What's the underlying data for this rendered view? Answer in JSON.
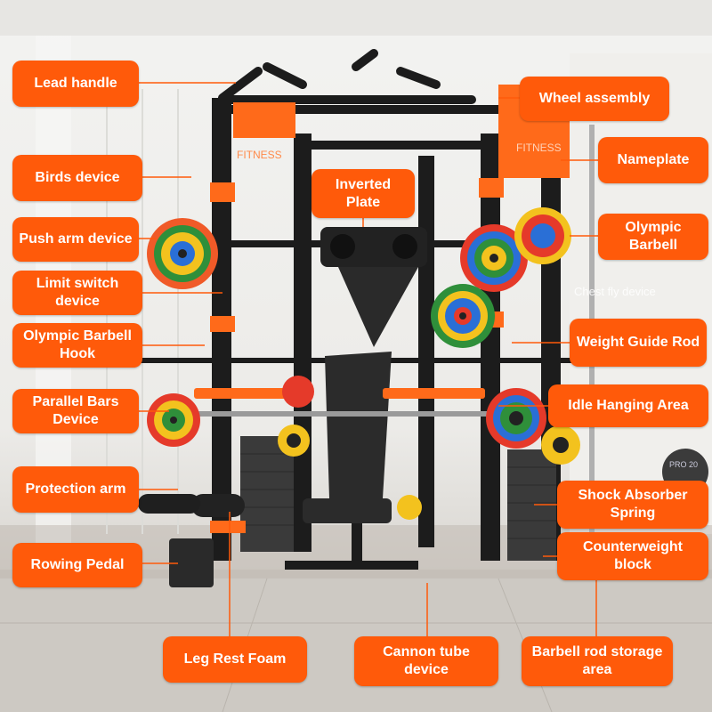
{
  "labels": {
    "lead_handle": "Lead handle",
    "birds_device": "Birds device",
    "push_arm_device": "Push arm device",
    "limit_switch_device": "Limit switch device",
    "olympic_barbell_hook": "Olympic Barbell Hook",
    "parallel_bars_device": "Parallel Bars Device",
    "protection_arm": "Protection arm",
    "rowing_pedal": "Rowing Pedal",
    "leg_rest_foam": "Leg Rest Foam",
    "cannon_tube_device": "Cannon tube device",
    "barbell_rod_storage_area": "Barbell rod storage area",
    "wheel_assembly": "Wheel assembly",
    "nameplate": "Nameplate",
    "olympic_barbell": "Olympic Barbell",
    "inverted_plate": "Inverted Plate",
    "weight_guide_rod": "Weight Guide Rod",
    "idle_hanging_area": "Idle Hanging Area",
    "shock_absorber_spring": "Shock Absorber Spring",
    "counterweight_block": "Counterweight block"
  },
  "ghost_text": "Chest fly device",
  "branding": {
    "fitness_left": "FITNESS",
    "fitness_right": "FITNESS",
    "dumbbell_text": "PRO 20"
  },
  "colors": {
    "label_bg": "#ff5a0a",
    "frame": "#1c1c1c",
    "accent": "#ff6a1a"
  }
}
